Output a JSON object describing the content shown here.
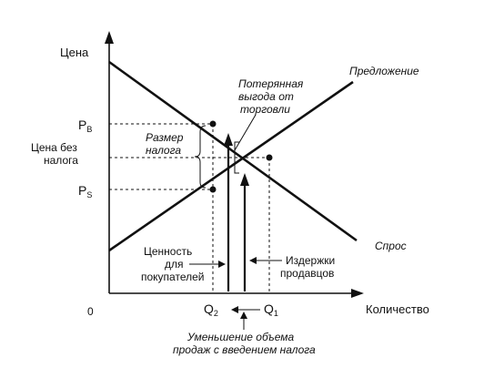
{
  "axes": {
    "y_label": "Цена",
    "x_label": "Количество",
    "origin": "0"
  },
  "curves": {
    "supply_label": "Предложение",
    "demand_label": "Спрос"
  },
  "prices": {
    "buyer_prefix": "P",
    "buyer_sub": "B",
    "seller_prefix": "P",
    "seller_sub": "S",
    "no_tax_line1": "Цена без",
    "no_tax_line2": "налога"
  },
  "quantities": {
    "q2_prefix": "Q",
    "q2_sub": "2",
    "q1_prefix": "Q",
    "q1_sub": "1"
  },
  "annotations": {
    "deadweight_line1": "Потерянная",
    "deadweight_line2": "выгода от",
    "deadweight_line3": "торговли",
    "tax_size_line1": "Размер",
    "tax_size_line2": "налога",
    "buyer_value_line1": "Ценность",
    "buyer_value_line2": "для",
    "buyer_value_line3": "покупателей",
    "seller_cost_line1": "Издержки",
    "seller_cost_line2": "продавцов",
    "reduction_line1": "Уменьшение объема",
    "reduction_line2": "продаж с введением налога"
  }
}
